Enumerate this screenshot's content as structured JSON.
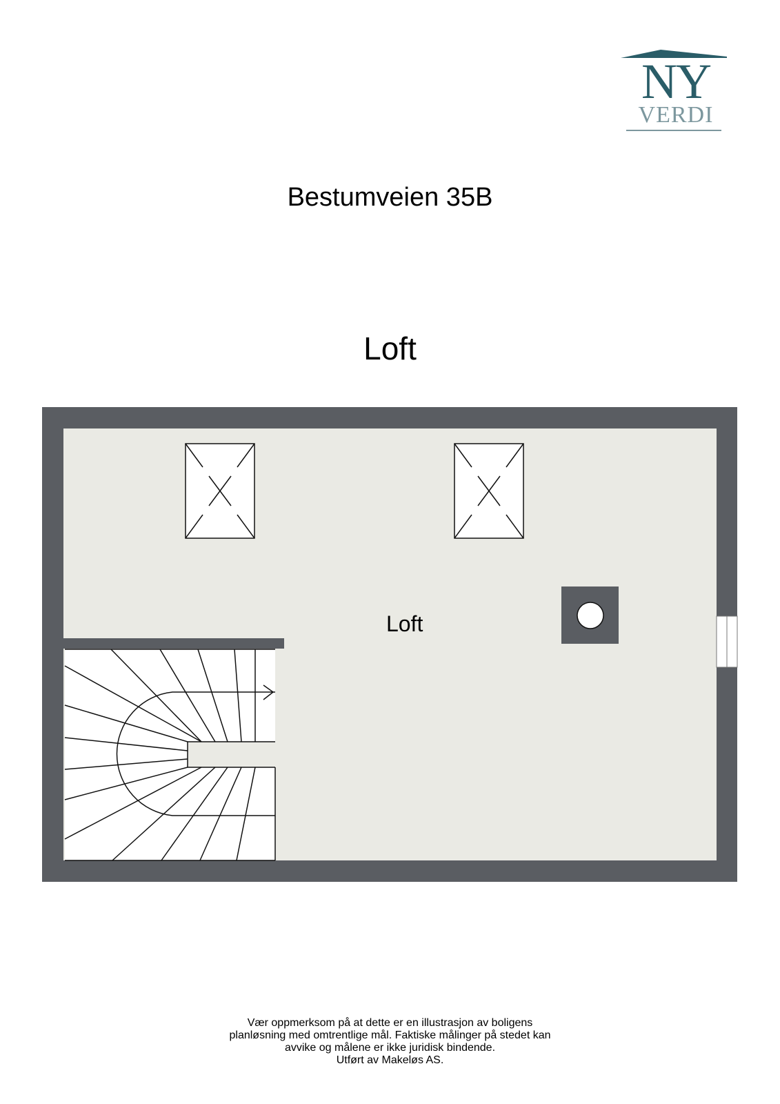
{
  "logo": {
    "line1": "NY",
    "line2": "VERDI",
    "primary_color": "#2a5d68",
    "secondary_color": "#7c979e"
  },
  "header": {
    "address": "Bestumveien 35B",
    "floor": "Loft"
  },
  "plan": {
    "wall_color": "#5a5d62",
    "floor_color": "#eaeae4",
    "rooms": [
      {
        "label": "Loft"
      }
    ],
    "elements": [
      "skylight-1",
      "skylight-2",
      "chimney",
      "staircase",
      "window-east"
    ]
  },
  "disclaimer": {
    "lines": [
      "Vær oppmerksom på at dette er en illustrasjon av boligens",
      "planløsning med omtrentlige mål. Faktiske målinger på stedet kan",
      "avvike og målene er ikke juridisk bindende.",
      "Utført av Makeløs AS."
    ]
  }
}
